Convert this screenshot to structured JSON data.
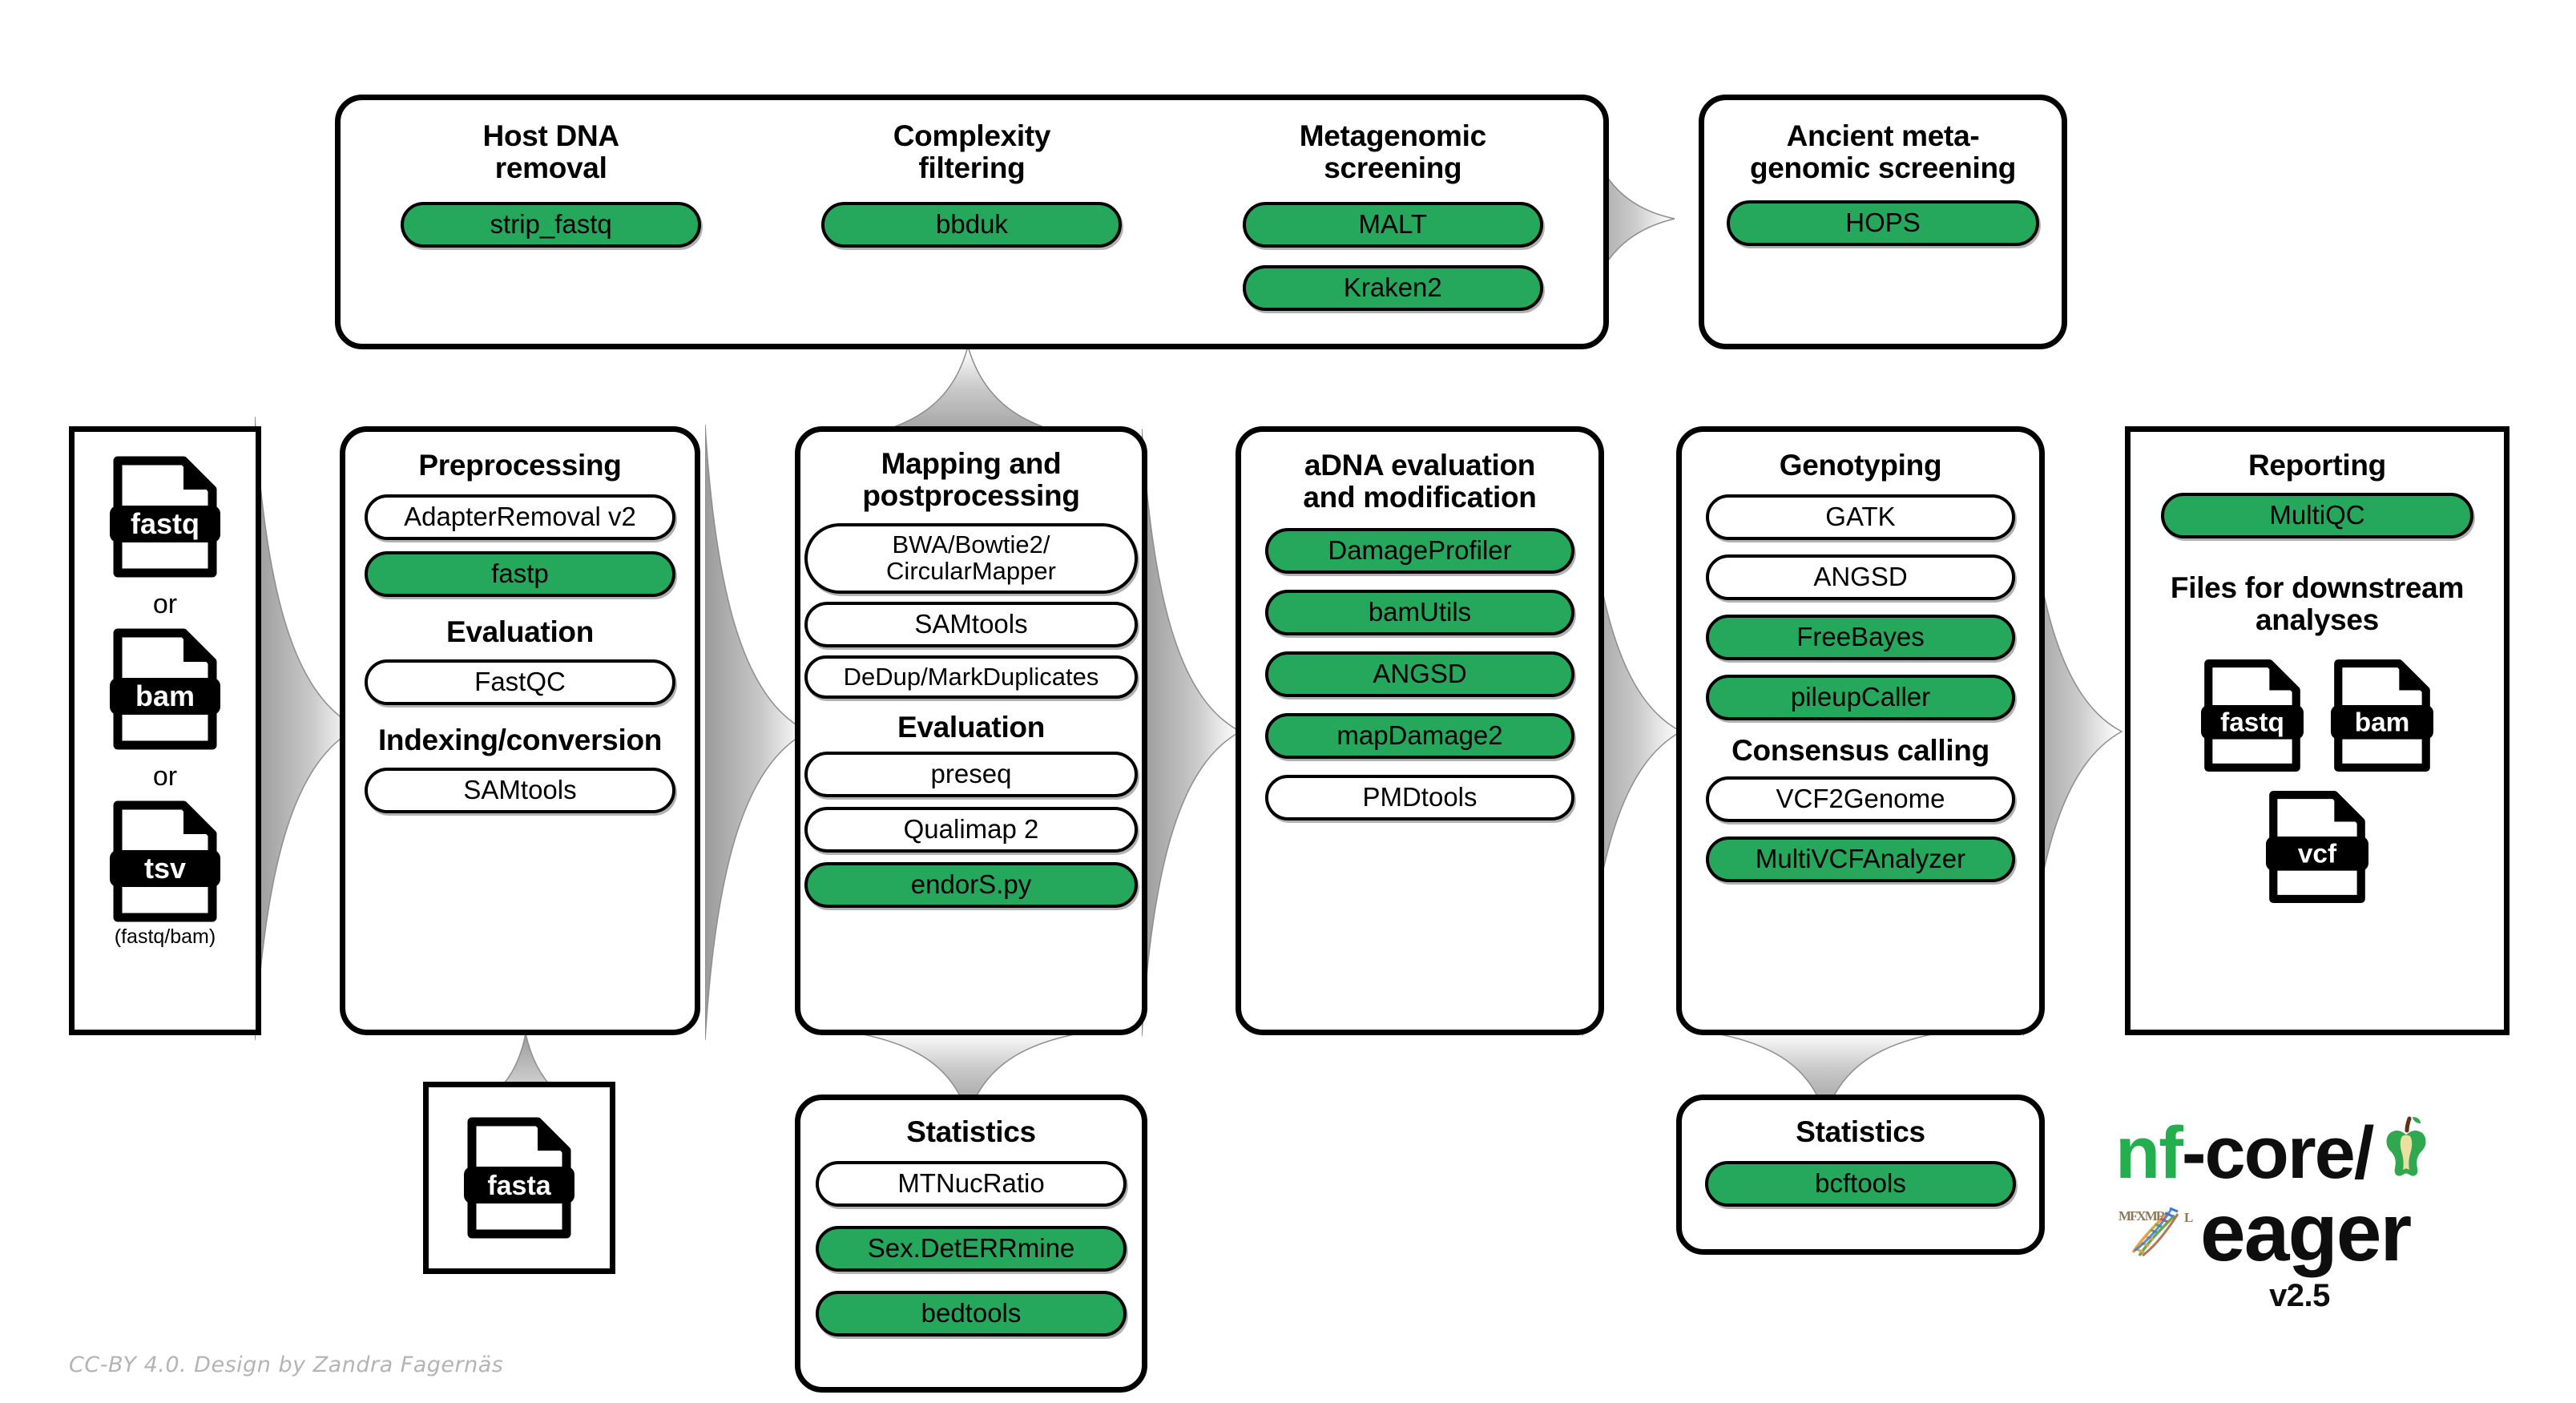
{
  "diagram": {
    "title": "nf-core/eager pipeline overview",
    "colors": {
      "accent_green": "#25a85c",
      "outline_black": "#000000",
      "arrow_gray": "#9a9a9a",
      "credit_gray": "#b4b4b4"
    }
  },
  "input": {
    "files": [
      {
        "label": "fastq"
      },
      {
        "label": "bam"
      },
      {
        "label": "tsv"
      }
    ],
    "or_1": "or",
    "or_2": "or",
    "note": "(fastq/bam)"
  },
  "screening_group": {
    "columns": [
      {
        "title": "Host DNA\nremoval",
        "title_line1": "Host DNA",
        "title_line2": "removal",
        "tools": [
          {
            "label": "strip_fastq",
            "green": true
          }
        ]
      },
      {
        "title_line1": "Complexity",
        "title_line2": "filtering",
        "tools": [
          {
            "label": "bbduk",
            "green": true
          }
        ]
      },
      {
        "title_line1": "Metagenomic",
        "title_line2": "screening",
        "tools": [
          {
            "label": "MALT",
            "green": true
          },
          {
            "label": "Kraken2",
            "green": true
          }
        ]
      }
    ]
  },
  "ancient_meta": {
    "title_line1": "Ancient meta-",
    "title_line2": "genomic screening",
    "tools": [
      {
        "label": "HOPS",
        "green": true
      }
    ]
  },
  "preprocessing": {
    "title": "Preprocessing",
    "tools": [
      {
        "label": "AdapterRemoval v2",
        "green": false
      },
      {
        "label": "fastp",
        "green": true
      }
    ],
    "subsections": [
      {
        "title": "Evaluation",
        "tools": [
          {
            "label": "FastQC",
            "green": false
          }
        ]
      },
      {
        "title": "Indexing/conversion",
        "tools": [
          {
            "label": "SAMtools",
            "green": false
          }
        ]
      }
    ]
  },
  "reference": {
    "files": [
      {
        "label": "fasta"
      }
    ]
  },
  "mapping": {
    "title_line1": "Mapping and",
    "title_line2": "postprocessing",
    "tools": [
      {
        "label": "BWA/Bowtie2/\nCircularMapper",
        "line1": "BWA/Bowtie2/",
        "line2": "CircularMapper",
        "green": false,
        "two_line": true
      },
      {
        "label": "SAMtools",
        "green": false
      },
      {
        "label": "DeDup/MarkDuplicates",
        "green": false
      }
    ],
    "subsections": [
      {
        "title": "Evaluation",
        "tools": [
          {
            "label": "preseq",
            "green": false
          },
          {
            "label": "Qualimap 2",
            "green": false
          },
          {
            "label": "endorS.py",
            "green": true
          }
        ]
      }
    ]
  },
  "mapping_statistics": {
    "title": "Statistics",
    "tools": [
      {
        "label": "MTNucRatio",
        "green": false
      },
      {
        "label": "Sex.DetERRmine",
        "green": true
      },
      {
        "label": "bedtools",
        "green": true
      }
    ]
  },
  "adna": {
    "title_line1": "aDNA evaluation",
    "title_line2": "and modification",
    "tools": [
      {
        "label": "DamageProfiler",
        "green": true
      },
      {
        "label": "bamUtils",
        "green": true
      },
      {
        "label": "ANGSD",
        "green": true
      },
      {
        "label": "mapDamage2",
        "green": true
      },
      {
        "label": "PMDtools",
        "green": false
      }
    ]
  },
  "genotyping": {
    "title": "Genotyping",
    "tools": [
      {
        "label": "GATK",
        "green": false
      },
      {
        "label": "ANGSD",
        "green": false
      },
      {
        "label": "FreeBayes",
        "green": true
      },
      {
        "label": "pileupCaller",
        "green": true
      }
    ],
    "subsections": [
      {
        "title": "Consensus calling",
        "tools": [
          {
            "label": "VCF2Genome",
            "green": false
          },
          {
            "label": "MultiVCFAnalyzer",
            "green": true
          }
        ]
      }
    ]
  },
  "genotyping_statistics": {
    "title": "Statistics",
    "tools": [
      {
        "label": "bcftools",
        "green": true
      }
    ]
  },
  "reporting": {
    "title": "Reporting",
    "tools": [
      {
        "label": "MultiQC",
        "green": true
      }
    ],
    "downstream_title_line1": "Files for downstream",
    "downstream_title_line2": "analyses",
    "files": [
      {
        "label": "fastq"
      },
      {
        "label": "bam"
      },
      {
        "label": "vcf"
      }
    ]
  },
  "logo": {
    "nf": "nf",
    "core": "-core/",
    "eager": "eager",
    "version": "v2.5",
    "apple_icon": "apple-core-icon",
    "dna_icon": "dna-helix-icon"
  },
  "credit": "CC-BY 4.0. Design by Zandra Fagernäs"
}
